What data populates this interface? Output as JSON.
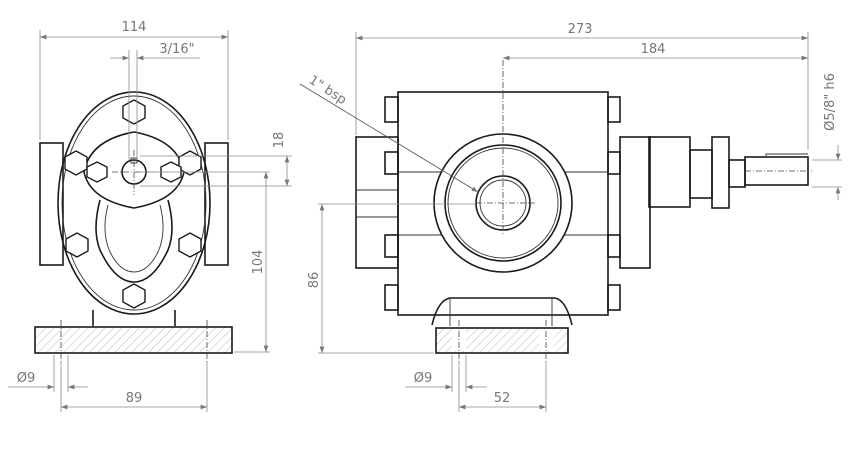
{
  "drawing": {
    "front_view": {
      "overall_width": "114",
      "key_width": "3/16\"",
      "shaft_offset": "18",
      "shaft_height": "104",
      "hole_diameter": "Ø9",
      "hole_spacing": "89"
    },
    "side_view": {
      "overall_length": "273",
      "shaft_extension": "184",
      "port_thread": "1\" bsp",
      "shaft_diameter": "Ø5/8\" h6",
      "port_height": "86",
      "hole_diameter": "Ø9",
      "hole_spacing": "52"
    }
  }
}
